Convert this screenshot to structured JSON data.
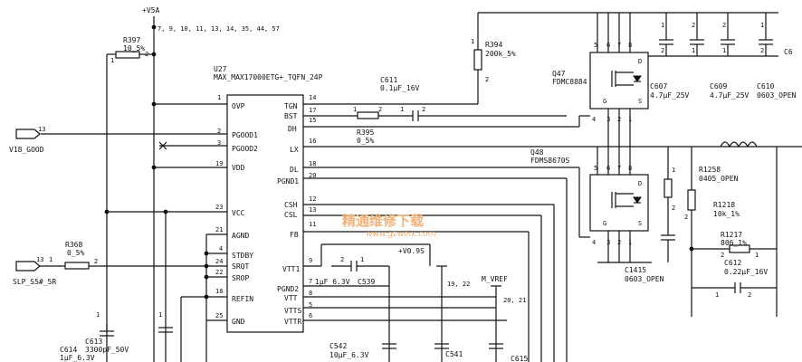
{
  "power": {
    "v5a": "+V5A",
    "v5a_pins": "7, 9, 10, 11, 13, 14, 35, 44, 57",
    "v09s": "+V0.9S",
    "mvref": "M_VREF",
    "mvref_pins": "20, 21",
    "v09s_pins": "19, 22"
  },
  "ic": {
    "ref": "U27",
    "part": "MAX_MAX17000ETG+_TQFN_24P",
    "left_pins": [
      {
        "num": "1",
        "name": "OVP"
      },
      {
        "num": "2",
        "name": "PGOOD1"
      },
      {
        "num": "3",
        "name": "PGOOD2"
      },
      {
        "num": "19",
        "name": "VDD"
      },
      {
        "num": "23",
        "name": "VCC"
      },
      {
        "num": "21",
        "name": "AGND"
      },
      {
        "num": "4",
        "name": "STDBY"
      },
      {
        "num": "24",
        "name": "SRQT"
      },
      {
        "num": "22",
        "name": "SROP"
      },
      {
        "num": "18",
        "name": "REFIN"
      },
      {
        "num": "25",
        "name": "GND"
      }
    ],
    "right_pins": [
      {
        "num": "14",
        "name": "TGN"
      },
      {
        "num": "17",
        "name": "BST"
      },
      {
        "num": "15",
        "name": "DH"
      },
      {
        "num": "16",
        "name": "LX"
      },
      {
        "num": "18",
        "name": "DL"
      },
      {
        "num": "20",
        "name": "PGND1"
      },
      {
        "num": "12",
        "name": "CSH"
      },
      {
        "num": "13",
        "name": "CSL"
      },
      {
        "num": "11",
        "name": "FB"
      },
      {
        "num": "9",
        "name": "VTT1"
      },
      {
        "num": "7",
        "name": "PGND2"
      },
      {
        "num": "8",
        "name": "VTT"
      },
      {
        "num": "5",
        "name": "VTTS"
      },
      {
        "num": "6",
        "name": "VTTR"
      }
    ]
  },
  "nets": {
    "v18_good": "V18_GOOD",
    "v18_pin": "13",
    "slp": "SLP_S5#_5R",
    "slp_pin": "13",
    "slp_pin2": "1"
  },
  "parts": {
    "r397": {
      "ref": "R397",
      "val": "10_5%"
    },
    "r368": {
      "ref": "R368",
      "val": "0_5%"
    },
    "r394": {
      "ref": "R394",
      "val": "200k_5%"
    },
    "r395": {
      "ref": "R395",
      "val": "0_5%"
    },
    "c611": {
      "ref": "C611",
      "val": "0.1μF_16V"
    },
    "c539": {
      "ref": "C539",
      "val": "1μF_6.3V"
    },
    "c613": {
      "ref": "C613",
      "val": "3300pF_50V"
    },
    "c614": {
      "ref": "C614",
      "val": "1μF_6.3V"
    },
    "c542": {
      "ref": "C542",
      "val": "10μF_6.3V"
    },
    "c541": {
      "ref": "C541"
    },
    "c615": {
      "ref": "C615"
    },
    "q47": {
      "ref": "Q47",
      "val": "FDMC8884"
    },
    "q48": {
      "ref": "Q48",
      "val": "FDMS8670S"
    },
    "c607": {
      "ref": "C607",
      "val": "4.7μF_25V"
    },
    "c609": {
      "ref": "C609",
      "val": "4.7μF_25V"
    },
    "c610": {
      "ref": "C610",
      "val": "0603_OPEN"
    },
    "c6": {
      "ref": "C6"
    },
    "r1258": {
      "ref": "R1258",
      "val": "0405_OPEN"
    },
    "r1218": {
      "ref": "R1218",
      "val": "10k_1%"
    },
    "r1217": {
      "ref": "R1217",
      "val": "806_1%"
    },
    "c612": {
      "ref": "C612",
      "val": "0.22μF_16V"
    },
    "c1415": {
      "ref": "C1415",
      "val": "0603_OPEN"
    }
  },
  "watermark": {
    "cn": "精通维修下载",
    "url": "www.gzweix.com"
  }
}
